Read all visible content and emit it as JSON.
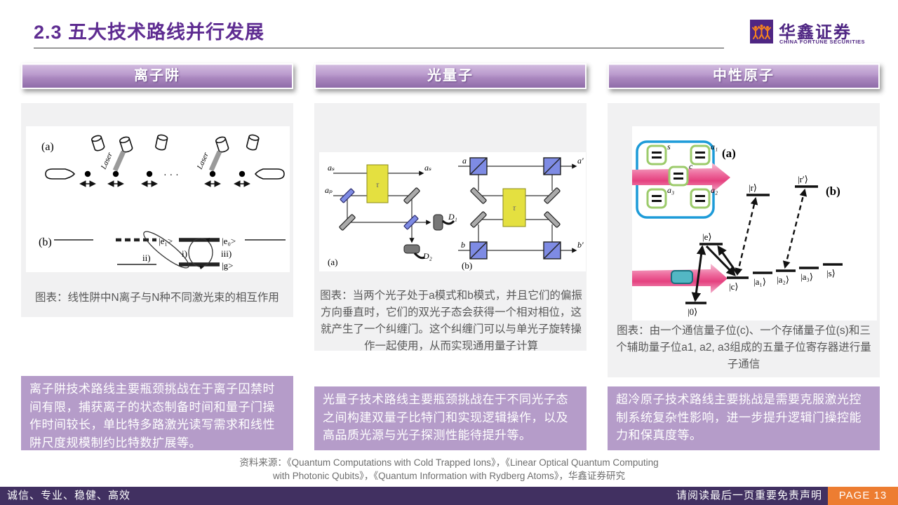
{
  "header": {
    "title": "2.3 五大技术路线并行发展",
    "logo_cn": "华鑫证券",
    "logo_en": "CHINA FORTUNE SECURITIES"
  },
  "columns": [
    {
      "header": "离子阱",
      "caption": "图表：线性阱中N离子与N种不同激光束的相互作用",
      "description": "离子阱技术路线主要瓶颈挑战在于离子囚禁时间有限，捕获离子的状态制备时间和量子门操作时间较长，单比特多路激光读写需求和线性阱尺度规模制约比特数扩展等。"
    },
    {
      "header": "光量子",
      "caption": "图表：当两个光子处于a模式和b模式，并且它们的偏振方向垂直时，它们的双光子态会获得一个相对相位，这就产生了一个纠缠门。这个纠缠门可以与单光子旋转操作一起使用，从而实现通用量子计算",
      "description": "光量子技术路线主要瓶颈挑战在于不同光子态之间构建双量子比特门和实现逻辑操作，以及高品质光源与光子探测性能待提升等。"
    },
    {
      "header": "中性原子",
      "caption": "图表：由一个通信量子位(c)、一个存储量子位(s)和三个辅助量子位a1, a2, a3组成的五量子位寄存器进行量子通信",
      "description": "超冷原子技术路线主要挑战是需要克服激光控制系统复杂性影响，进一步提升逻辑门操控能力和保真度等。"
    }
  ],
  "diagrams": {
    "ion_trap": {
      "a": "(a)",
      "b": "(b)",
      "laser": "Laser",
      "dots": "· · ·",
      "e1": "|e₁>",
      "e0": "|e₀>",
      "g": "|g>",
      "i": "i)",
      "ii": "ii)",
      "iii": "iii)"
    },
    "photonic": {
      "a_label": "(a)",
      "b_label": "(b)",
      "as_in": "aₛ",
      "as_out": "aₛ",
      "ap": "aₚ",
      "tau": "τ",
      "d1": "D₁",
      "d2": "D₂",
      "a_in": "a",
      "a_out": "a′",
      "b_in": "b",
      "b_out": "b′"
    },
    "neutral_atom": {
      "a_label": "(a)",
      "b_label": "(b)",
      "s": "s",
      "a1": "a₁",
      "a2": "a₂",
      "a3": "a₃",
      "c": "c",
      "r": "|r⟩",
      "rp": "|r′⟩",
      "e": "|e⟩",
      "lc": "|c⟩",
      "la1": "|a₁⟩",
      "la2": "|a₂⟩",
      "la3": "|a₃⟩",
      "ls": "|s⟩",
      "l0": "|0⟩"
    }
  },
  "source": {
    "lines": [
      "资料来源：《Quantum Computations with Cold Trapped Ions》，《Linear Optical Quantum Computing",
      "with Photonic Qubits》，《Quantum Information with Rydberg Atoms》，华鑫证券研究"
    ]
  },
  "footer": {
    "motto": "诚信、专业、稳健、高效",
    "disclaimer": "请阅读最后一页重要免责声明",
    "page": "PAGE 13"
  },
  "colors": {
    "title_purple": "#5E2C91",
    "header_fill": "#AA88BF",
    "box_fill": "#B59CC9",
    "panel_gray": "#F1F1F2",
    "footer_purple": "#413061",
    "footer_orange": "#ED7D31",
    "logo_purple": "#4F2683",
    "logo_orange": "#F5821F"
  }
}
